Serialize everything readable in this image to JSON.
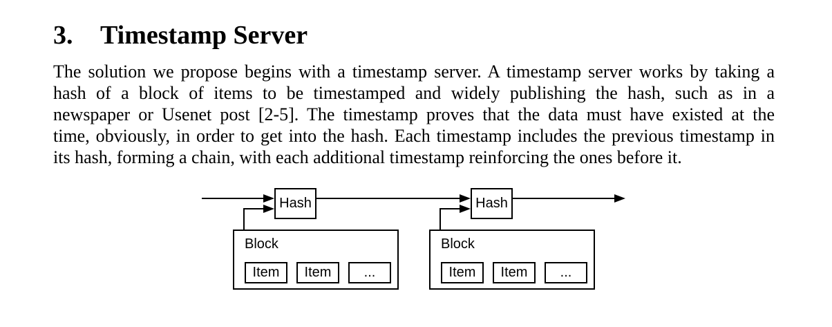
{
  "page": {
    "background_color": "#ffffff",
    "text_color": "#000000"
  },
  "section": {
    "number": "3.",
    "title": "Timestamp Server"
  },
  "paragraph": {
    "lines": [
      "The solution we propose begins with a timestamp server.  A timestamp server works by taking a",
      "hash of a block of items to be timestamped and widely publishing the hash, such as in a",
      "newspaper or Usenet post [2-5].  The timestamp proves that the data must have existed at the",
      "time, obviously, in order to get into the hash.  Each timestamp includes the previous timestamp in",
      "its hash, forming a chain, with each additional timestamp reinforcing the ones before it."
    ]
  },
  "diagram": {
    "hash_boxes": [
      {
        "label": "Hash"
      },
      {
        "label": "Hash"
      }
    ],
    "blocks": [
      {
        "label": "Block",
        "items": [
          "Item",
          "Item",
          "..."
        ]
      },
      {
        "label": "Block",
        "items": [
          "Item",
          "Item",
          "..."
        ]
      }
    ],
    "line_color": "#000000"
  }
}
